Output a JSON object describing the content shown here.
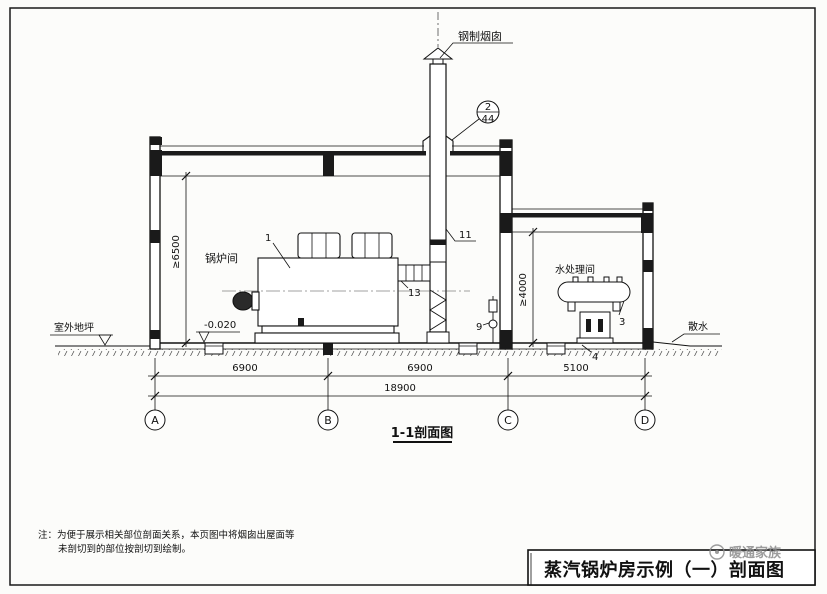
{
  "drawing": {
    "chimney_label": "钢制烟囱",
    "detail_ref": {
      "number": "2",
      "sheet": "44"
    },
    "boiler_room_label": "锅炉间",
    "water_room_label": "水处理间",
    "callouts": {
      "boiler": "1",
      "chimney": "11",
      "flue": "13",
      "pump": "9",
      "tank": "3",
      "trench": "4"
    },
    "boiler_room_height": "≥6500",
    "water_room_height": "≥4000",
    "ground_label": "室外地坪",
    "floor_elevation": "-0.020",
    "apron_label": "散水",
    "spans": [
      "6900",
      "6900",
      "5100"
    ],
    "total_span": "18900",
    "axes": [
      "A",
      "B",
      "C",
      "D"
    ],
    "section_title": "1-1剖面图"
  },
  "note": {
    "line1": "注：为便于展示相关部位剖面关系，本页图中将烟囱出屋面等",
    "line2": "未剖切到的部位按剖切到绘制。"
  },
  "title_block": {
    "title": "蒸汽锅炉房示例（一）剖面图"
  },
  "watermark": {
    "text": "暖通家族"
  }
}
